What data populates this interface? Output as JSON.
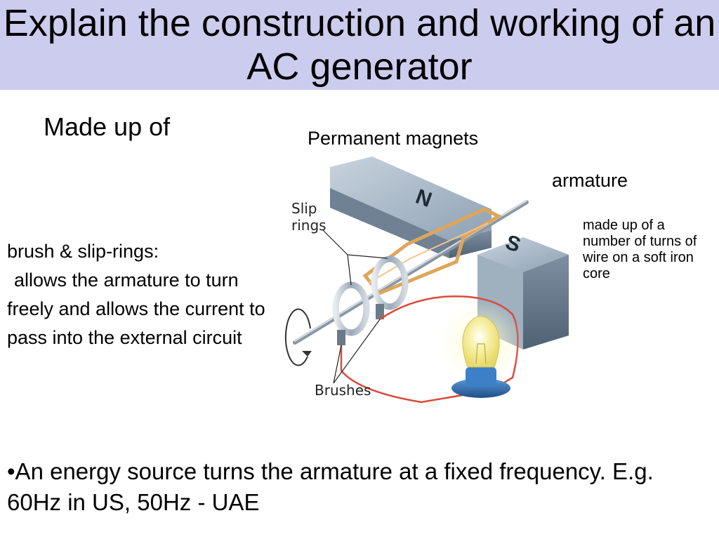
{
  "title": "Explain the construction and working of an AC generator",
  "made_up_of": "Made up of",
  "labels": {
    "permanent_magnets": "Permanent magnets",
    "armature": "armature",
    "armature_desc": "made up of a number of turns of wire on a soft iron core",
    "brush_heading": "brush & slip-rings:",
    "brush_desc": "allows the armature to turn freely and allows the current to pass into the external circuit"
  },
  "diagram": {
    "slip_rings": [
      "Slip",
      "rings"
    ],
    "brushes": "Brushes",
    "north": "N",
    "south": "S"
  },
  "bullet": "•An energy source turns the armature at a fixed frequency. E.g. 60Hz in US,  50Hz - UAE",
  "colors": {
    "title_band": "#ccccee",
    "magnet": "#8ea1b3",
    "wire": "#e0a55a",
    "circuit_wire": "#d94a3a",
    "bulb": "#f5eea0",
    "base": "#2f6fb3"
  }
}
